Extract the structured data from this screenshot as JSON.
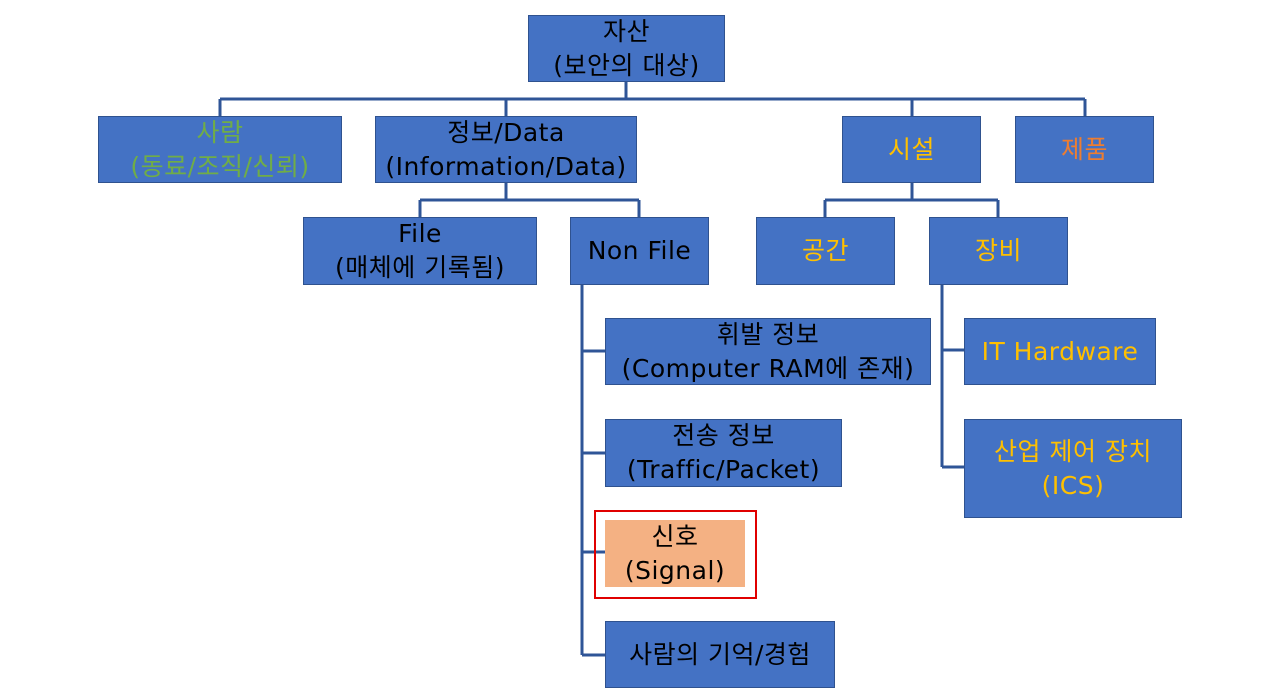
{
  "colors": {
    "box_fill": "#4472C4",
    "box_border": "#2F528F",
    "connector": "#2F5597",
    "highlight_fill": "#F4B183",
    "selection_frame": "#E00000",
    "text_black": "#000000",
    "text_green": "#70AD47",
    "text_gold": "#FFC000",
    "text_orange": "#ED7D31"
  },
  "nodes": {
    "root": {
      "line1": "자산",
      "line2": "(보안의 대상)"
    },
    "person": {
      "line1": "사람",
      "line2": "(동료/조직/신뢰)"
    },
    "info": {
      "line1": "정보/Data",
      "line2": "(Information/Data)"
    },
    "facility": {
      "line1": "시설"
    },
    "product": {
      "line1": "제품"
    },
    "file": {
      "line1": "File",
      "line2": "(매체에 기록됨)"
    },
    "nonfile": {
      "line1": "Non File"
    },
    "space": {
      "line1": "공간"
    },
    "equipment": {
      "line1": "장비"
    },
    "volatile": {
      "line1": "휘발 정보",
      "line2": "(Computer RAM에 존재)"
    },
    "transmission": {
      "line1": "전송 정보",
      "line2": "(Traffic/Packet)"
    },
    "signal": {
      "line1": "신호",
      "line2": "(Signal)"
    },
    "memory": {
      "line1": "사람의 기억/경험"
    },
    "it_hw": {
      "line1": "IT Hardware"
    },
    "ics": {
      "line1": "산업 제어 장치",
      "line2": "(ICS)"
    }
  }
}
